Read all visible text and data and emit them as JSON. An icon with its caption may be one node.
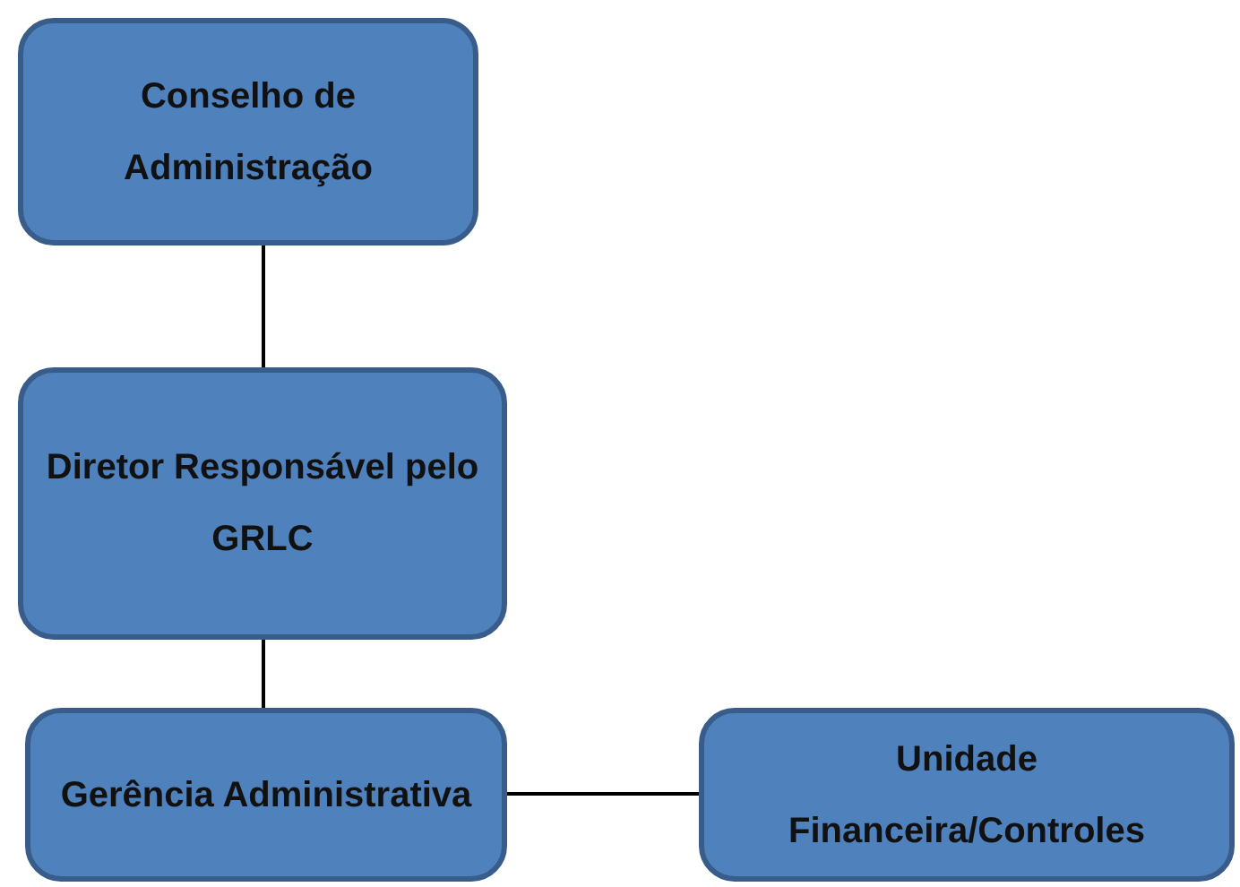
{
  "diagram": {
    "nodes": [
      {
        "text": [
          "Conselho de Administração"
        ]
      },
      {
        "text": [
          "Diretor Responsável pelo GRLC"
        ]
      },
      {
        "text": [
          "Gerência Administrativa"
        ]
      },
      {
        "text": [
          "Unidade Financeira/Controles"
        ]
      }
    ],
    "edges": [
      {
        "from": 0,
        "to": 1,
        "arrow": "none"
      },
      {
        "from": 1,
        "to": 2,
        "arrow": "none"
      },
      {
        "from": 2,
        "to": 3,
        "arrow": "none"
      }
    ]
  }
}
